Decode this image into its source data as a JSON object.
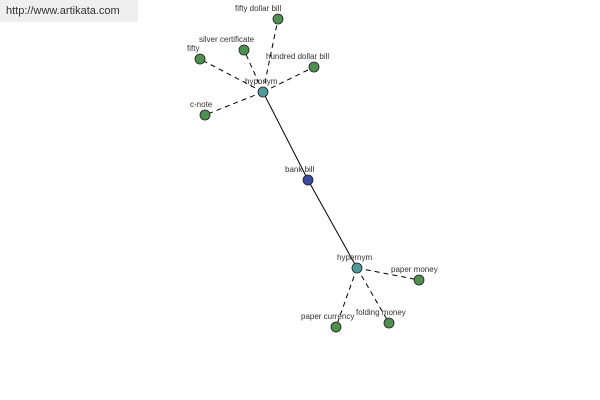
{
  "banner": {
    "url_text": "http://www.artikata.com"
  },
  "colors": {
    "center_node": "#3b4a9b",
    "relation_node": "#4f9a9a",
    "leaf_node": "#4f8f4f",
    "node_stroke": "#1f1f1f"
  },
  "graph": {
    "center": {
      "label": "bank bill"
    },
    "hyponym": {
      "label": "hyponym"
    },
    "hypernym": {
      "label": "hypernym"
    },
    "hyponym_terms": {
      "fifty_dollar_bill": "fifty dollar bill",
      "silver_certificate": "silver certificate",
      "fifty": "fifty",
      "hundred_dollar_bill": "hundred dollar bill",
      "c_note": "c-note"
    },
    "hypernym_terms": {
      "paper_money": "paper money",
      "paper_currency": "paper currency",
      "folding_money": "folding money"
    }
  }
}
